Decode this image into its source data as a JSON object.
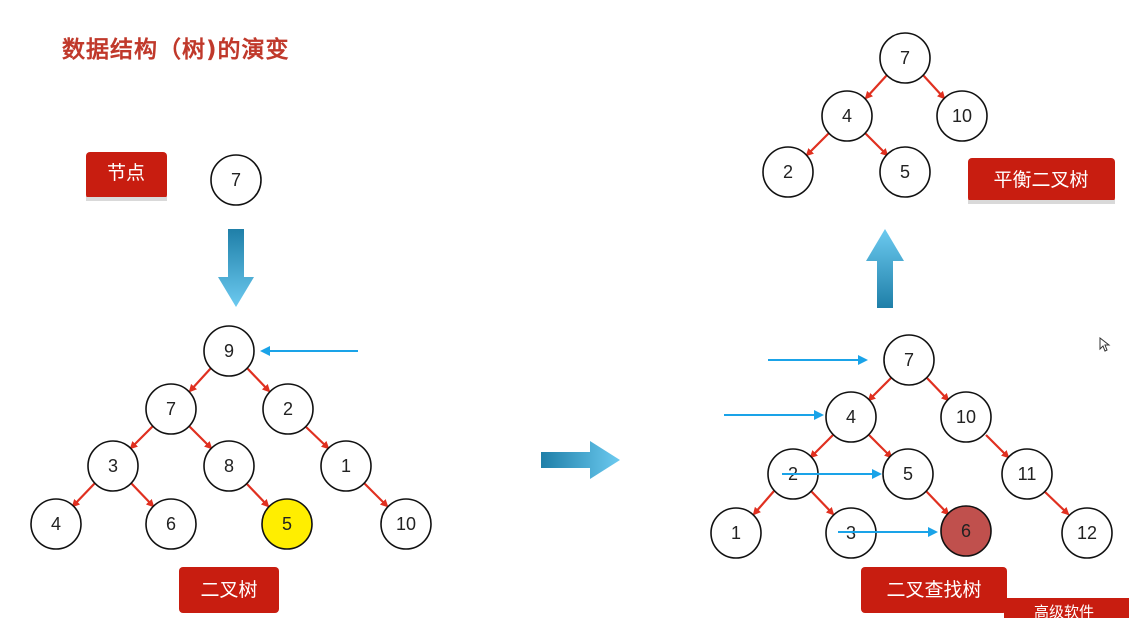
{
  "title": "数据结构（树)的演变",
  "colors": {
    "title": "#c0392b",
    "edge": "#e03020",
    "pointer": "#1aa3e8",
    "label_bg": "#c81d10",
    "highlight_yellow": "#ffee00",
    "highlight_red": "#c0504d",
    "flow_arrow": "#3aa6d4"
  },
  "labels": {
    "node": "节点",
    "binary_tree": "二叉树",
    "bst": "二叉查找树",
    "balanced": "平衡二叉树"
  },
  "single_node": {
    "value": "7"
  },
  "binary_tree": {
    "nodes": [
      {
        "id": "n9",
        "value": "9"
      },
      {
        "id": "n7",
        "value": "7"
      },
      {
        "id": "n2",
        "value": "2"
      },
      {
        "id": "n3",
        "value": "3"
      },
      {
        "id": "n8",
        "value": "8"
      },
      {
        "id": "n1",
        "value": "1"
      },
      {
        "id": "n4",
        "value": "4"
      },
      {
        "id": "n6",
        "value": "6"
      },
      {
        "id": "n5",
        "value": "5",
        "highlight": "yellow"
      },
      {
        "id": "n10",
        "value": "10"
      }
    ]
  },
  "bst": {
    "nodes": [
      {
        "id": "b7",
        "value": "7"
      },
      {
        "id": "b4",
        "value": "4"
      },
      {
        "id": "b10",
        "value": "10"
      },
      {
        "id": "b2",
        "value": "2"
      },
      {
        "id": "b5",
        "value": "5"
      },
      {
        "id": "b11",
        "value": "11"
      },
      {
        "id": "b1",
        "value": "1"
      },
      {
        "id": "b3",
        "value": "3"
      },
      {
        "id": "b6",
        "value": "6",
        "highlight": "red"
      },
      {
        "id": "b12",
        "value": "12"
      }
    ]
  },
  "balanced_tree": {
    "nodes": [
      {
        "id": "a7",
        "value": "7"
      },
      {
        "id": "a4",
        "value": "4"
      },
      {
        "id": "a10",
        "value": "10"
      },
      {
        "id": "a2",
        "value": "2"
      },
      {
        "id": "a5",
        "value": "5"
      }
    ]
  },
  "footer": {
    "text": "高级软件"
  }
}
